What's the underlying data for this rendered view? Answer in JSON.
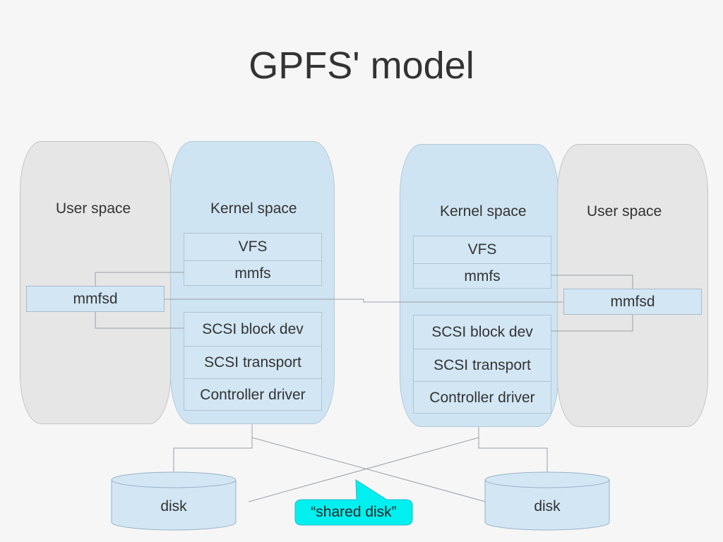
{
  "title": "GPFS' model",
  "left_node": {
    "user_space_label": "User space",
    "kernel_space_label": "Kernel space",
    "upper_stack": [
      "VFS",
      "mmfs"
    ],
    "lower_stack": [
      "SCSI block dev",
      "SCSI transport",
      "Controller driver"
    ],
    "daemon": "mmfsd"
  },
  "right_node": {
    "user_space_label": "User space",
    "kernel_space_label": "Kernel space",
    "upper_stack": [
      "VFS",
      "mmfs"
    ],
    "lower_stack": [
      "SCSI block dev",
      "SCSI transport",
      "Controller driver"
    ],
    "daemon": "mmfsd"
  },
  "disks": {
    "left": "disk",
    "right": "disk"
  },
  "callout": "“shared disk”",
  "colors": {
    "background": "#f6f6f6",
    "user_space": "#e6e6e6",
    "kernel_space": "#cfe4f2",
    "component": "#d2e6f4",
    "callout": "#00f0f0",
    "connector": "#9aa0a6"
  }
}
